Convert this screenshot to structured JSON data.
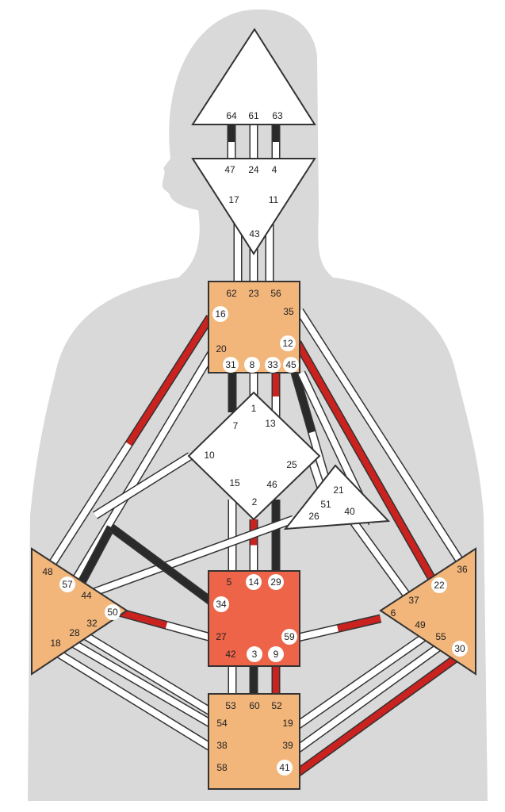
{
  "colors": {
    "silhouette": "#d9d9d9",
    "center_fill_undefined": "#ffffff",
    "center_fill_defined": "#f2b57a",
    "center_fill_sacral": "#ee6448",
    "outline": "#333333",
    "channel_white": "#ffffff",
    "channel_red": "#c9221f",
    "channel_black": "#2a2a2a",
    "label_text": "#222222"
  },
  "centers": [
    {
      "id": "head",
      "defined": false,
      "gates": [
        "64",
        "61",
        "63"
      ]
    },
    {
      "id": "ajna",
      "defined": false,
      "gates": [
        "47",
        "24",
        "4",
        "17",
        "11",
        "43"
      ]
    },
    {
      "id": "throat",
      "defined": true,
      "gates": [
        "62",
        "23",
        "56",
        "16",
        "35",
        "20",
        "12",
        "31",
        "8",
        "33",
        "45"
      ]
    },
    {
      "id": "g-center",
      "defined": false,
      "gates": [
        "1",
        "7",
        "13",
        "10",
        "25",
        "15",
        "46",
        "2"
      ]
    },
    {
      "id": "heart",
      "defined": false,
      "gates": [
        "21",
        "51",
        "26",
        "40"
      ]
    },
    {
      "id": "spleen",
      "defined": true,
      "gates": [
        "48",
        "57",
        "44",
        "50",
        "32",
        "28",
        "18"
      ]
    },
    {
      "id": "sacral",
      "defined": true,
      "gates": [
        "5",
        "14",
        "29",
        "34",
        "27",
        "59",
        "42",
        "3",
        "9"
      ]
    },
    {
      "id": "solar-plexus",
      "defined": true,
      "gates": [
        "36",
        "22",
        "37",
        "6",
        "49",
        "55",
        "30"
      ]
    },
    {
      "id": "root",
      "defined": true,
      "gates": [
        "53",
        "60",
        "52",
        "54",
        "19",
        "38",
        "39",
        "58",
        "41"
      ]
    }
  ],
  "highlighted_gates": [
    "16",
    "12",
    "31",
    "8",
    "33",
    "45",
    "57",
    "50",
    "14",
    "29",
    "34",
    "59",
    "3",
    "9",
    "22",
    "30",
    "41"
  ]
}
